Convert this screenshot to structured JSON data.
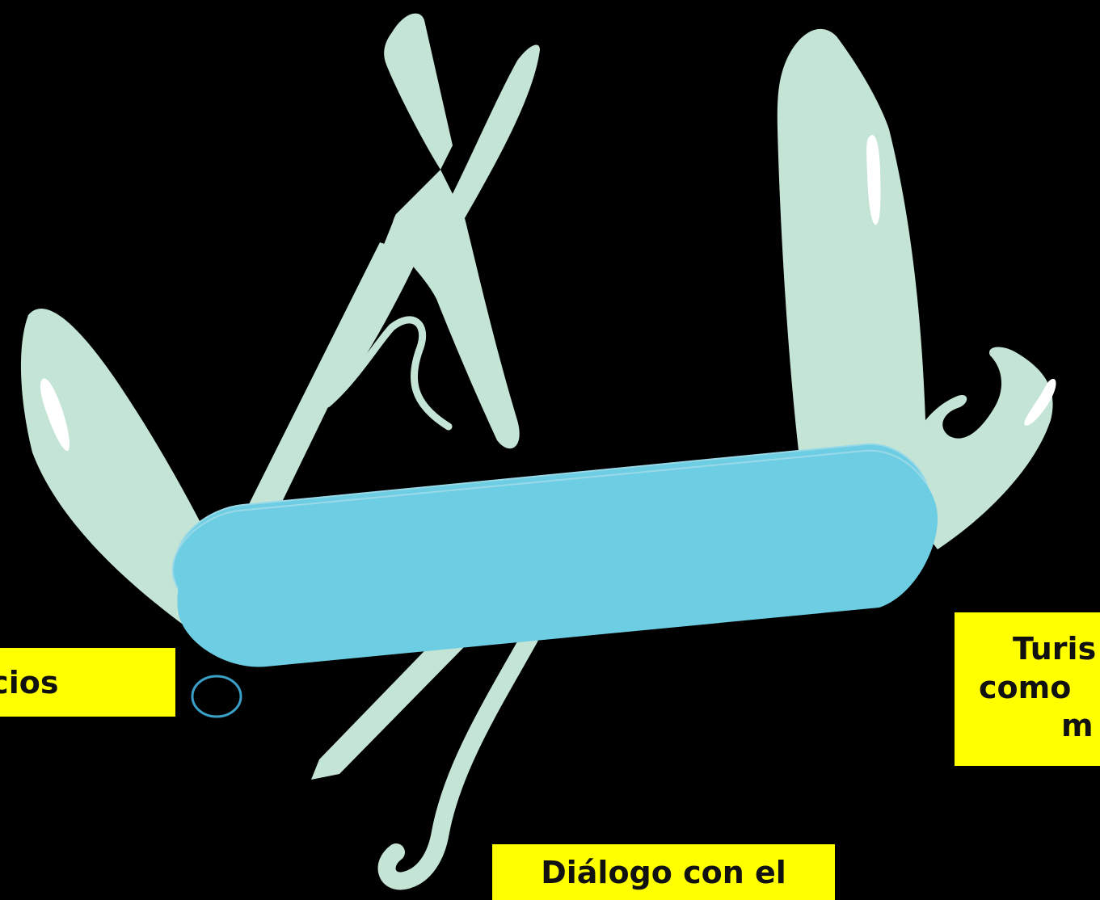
{
  "colors": {
    "background": "#000000",
    "tool": "#c4e4d6",
    "handle": "#6ccde3",
    "handle_edge": "#9ad9e8",
    "highlight": "#ffffff",
    "label_bg": "#ffff00",
    "ring": "#3aa0c8"
  },
  "icon": "swiss-army-knife-icon",
  "labels": {
    "left": "ficios",
    "right_lines": [
      "Turis",
      "como",
      "m"
    ],
    "bottom": "Diálogo con el"
  }
}
